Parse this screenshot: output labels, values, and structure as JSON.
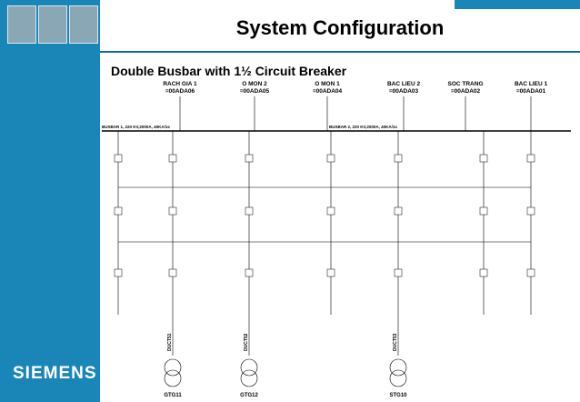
{
  "header": {
    "title": "System Configuration"
  },
  "subtitle": "Double Busbar with 1½ Circuit Breaker",
  "brand": {
    "logo": "SIEMENS"
  },
  "diagram": {
    "feeders": [
      {
        "name": "RACH GIA 1",
        "code": "=00ADA06"
      },
      {
        "name": "O MON 2",
        "code": "=00ADA05"
      },
      {
        "name": "O MON 1",
        "code": "=00ADA04"
      },
      {
        "name": "BAC LIEU 2",
        "code": "=00ADA03"
      },
      {
        "name": "SOC TRANG",
        "code": "=00ADA02"
      },
      {
        "name": "BAC LIEU 1",
        "code": "=00ADA01"
      }
    ],
    "busbars": [
      {
        "label": "BUSBAR 1, 220 KV,2000A, 40KA/1s"
      },
      {
        "label": "BUSBAR 2, 220 KV,2000A, 40KA/1s"
      }
    ],
    "generators": [
      {
        "name": "GTG11",
        "duct": "DUCT51"
      },
      {
        "name": "GTG12",
        "duct": "DUCT52"
      },
      {
        "name": "STG10",
        "duct": "DUCT53"
      }
    ]
  },
  "colors": {
    "brand_blue": "#1a86b8",
    "rule_blue": "#0a6fa6"
  }
}
